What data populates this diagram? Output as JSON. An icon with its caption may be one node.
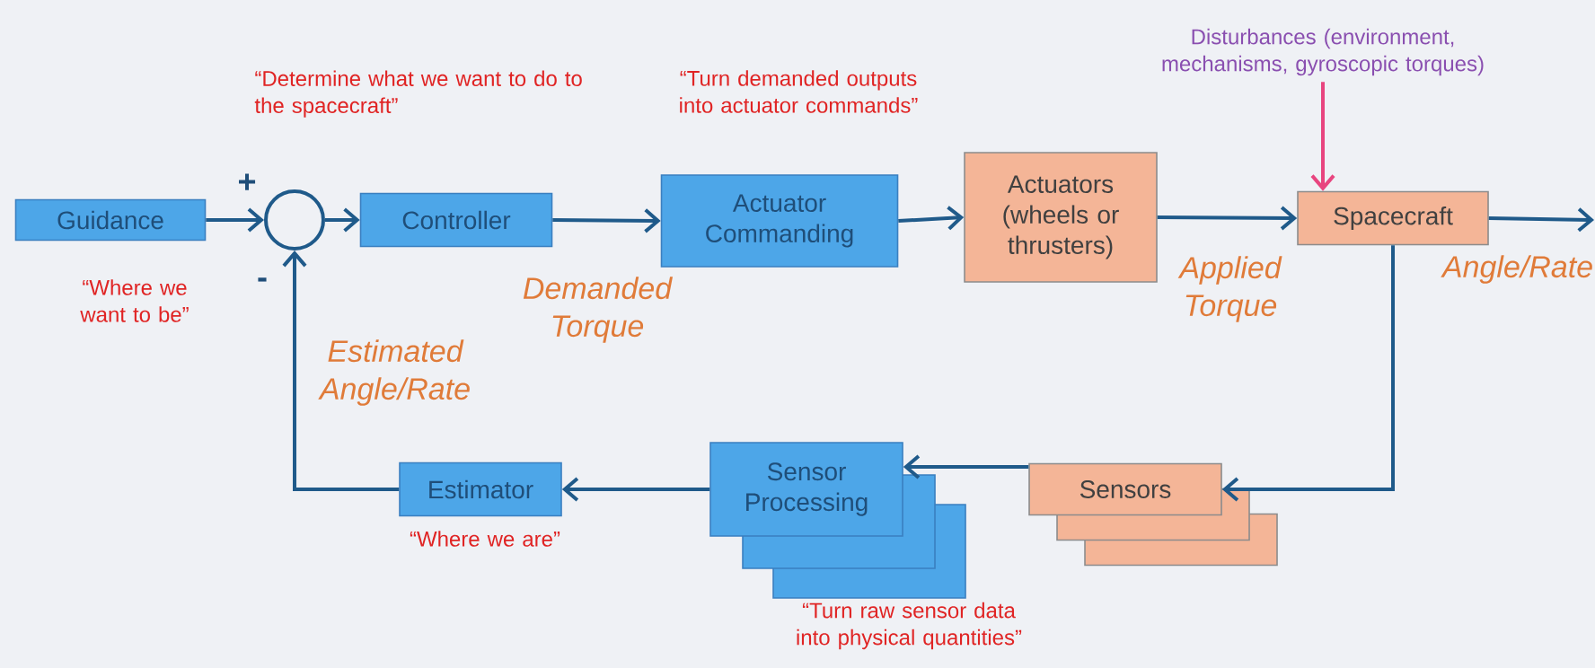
{
  "diagram": {
    "nodes": [
      {
        "text": [
          "Guidance"
        ],
        "beside": [
          "“Where we want to be”"
        ]
      },
      {
        "text": [],
        "shape": "circle"
      },
      {
        "text": [
          "Controller"
        ],
        "beside": [
          "“Determine what we want to do to the spacecraft”"
        ]
      },
      {
        "text": [
          "Actuator Commanding"
        ],
        "beside": [
          "“Turn demanded outputs into actuator commands”"
        ]
      },
      {
        "text": [
          "Actuators (wheels or thrusters)"
        ]
      },
      {
        "text": [
          "Disturbances (environment, mechanisms, gyroscopic torques)"
        ]
      },
      {
        "text": [
          "Spacecraft"
        ]
      },
      {
        "text": [
          "Estimator"
        ],
        "beside": [
          "“Where we are”"
        ]
      },
      {
        "text": [],
        "shape": "box"
      },
      {
        "text": [],
        "shape": "box"
      },
      {
        "text": [
          "Sensor Processing"
        ]
      },
      {
        "text": [],
        "shape": "box"
      },
      {
        "text": [],
        "shape": "box"
      },
      {
        "text": [
          "Sensors"
        ]
      }
    ],
    "edges": [
      {
        "from": 0,
        "to": 1,
        "arrow": "to"
      },
      {
        "from": 1,
        "to": 2,
        "arrow": "to"
      },
      {
        "from": 2,
        "to": 3,
        "arrow": "to",
        "label": "Demanded Torque"
      },
      {
        "from": 3,
        "to": 4,
        "arrow": "to"
      },
      {
        "from": 4,
        "to": 6,
        "arrow": "to",
        "label": "Applied Torque"
      },
      {
        "from": 6,
        "to": null,
        "arrow": "to",
        "label": "Angle/Rate"
      },
      {
        "from": 5,
        "to": 6,
        "arrow": "to",
        "color": "#e8457f"
      },
      {
        "from": 6,
        "to": 13,
        "arrow": "to"
      },
      {
        "from": 13,
        "to": 10,
        "arrow": "to"
      },
      {
        "from": 10,
        "to": 7,
        "arrow": "to"
      },
      {
        "from": 7,
        "to": 1,
        "arrow": "to",
        "label": "Estimated Angle/Rate"
      }
    ],
    "labels": [
      "+",
      "-",
      "“Turn raw sensor data into physical quantities”"
    ]
  }
}
